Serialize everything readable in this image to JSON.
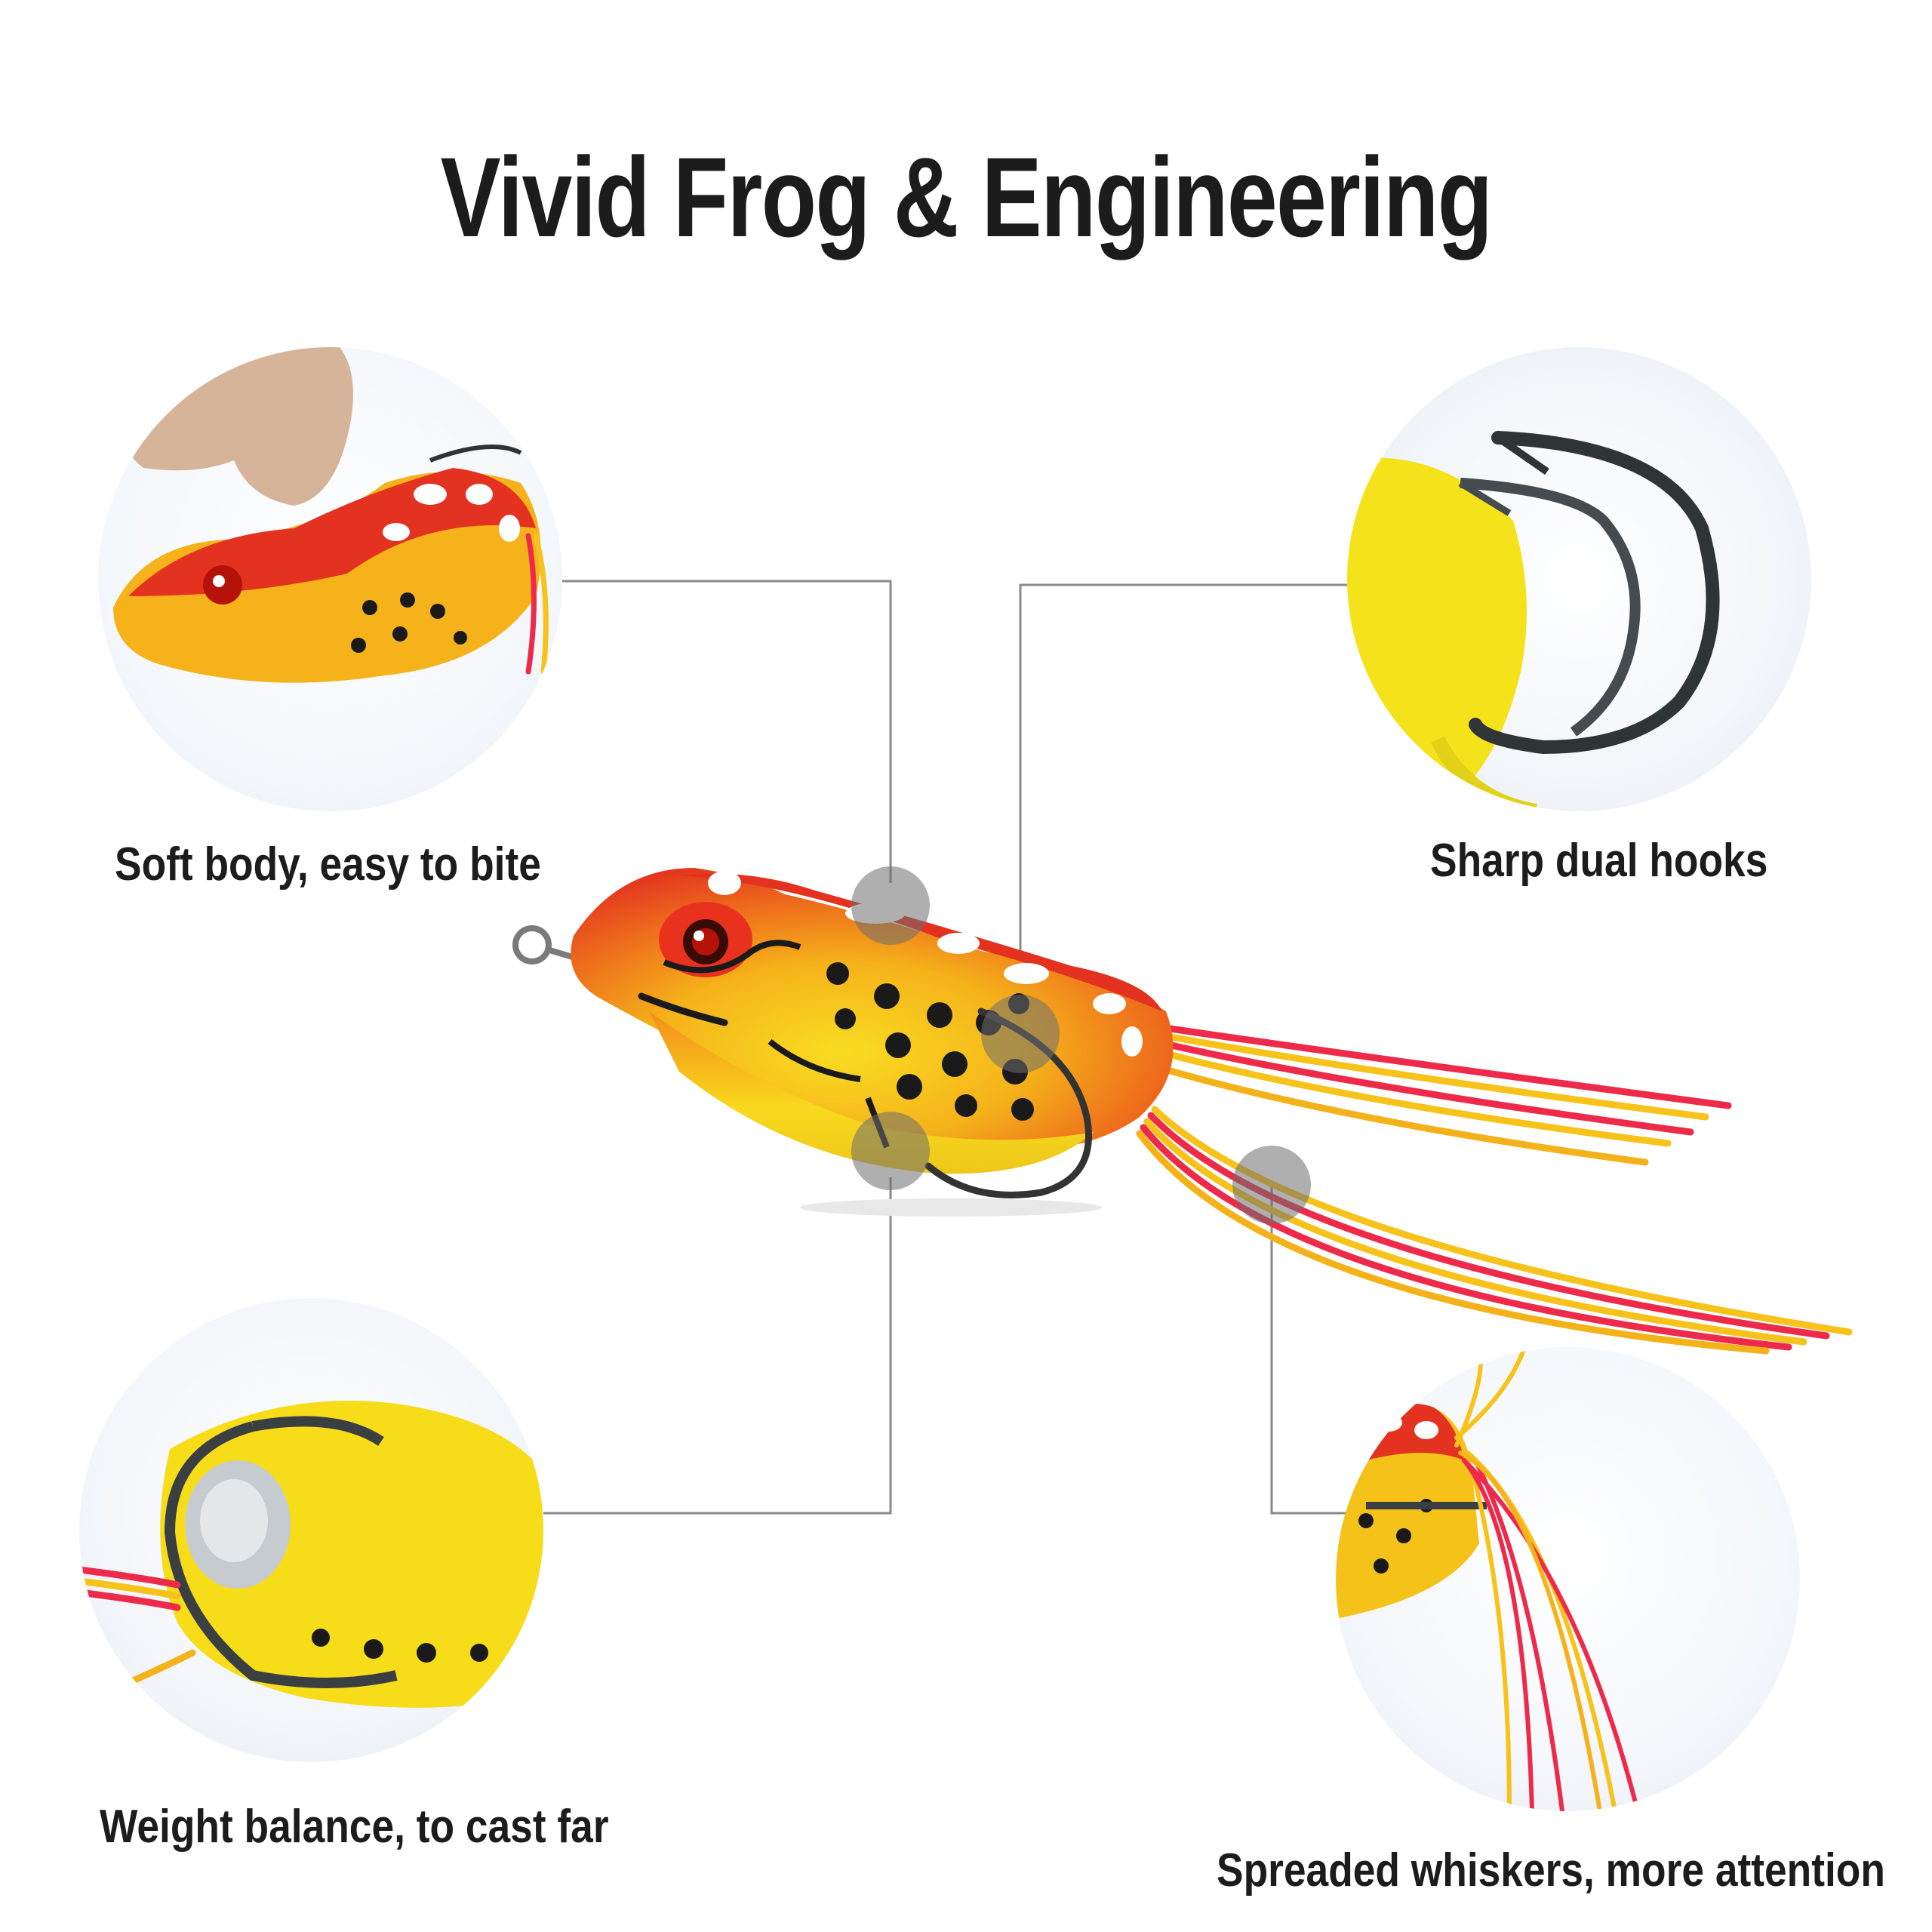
{
  "title": "Vivid Frog & Engineering",
  "features": [
    {
      "label": "Soft body, easy to bite"
    },
    {
      "label": "Sharp dual hooks"
    },
    {
      "label": "Weight balance, to cast far"
    },
    {
      "label": "Spreaded whiskers, more  attention"
    }
  ],
  "colors": {
    "frog_red": "#e8321e",
    "frog_yellow": "#f7d21a",
    "frog_orange": "#f08a1a",
    "spot_black": "#1a1a1a",
    "skirt_pink": "#ee2a4a",
    "line_gray": "#8a8a8a",
    "title_text": "#1c1c1c"
  }
}
